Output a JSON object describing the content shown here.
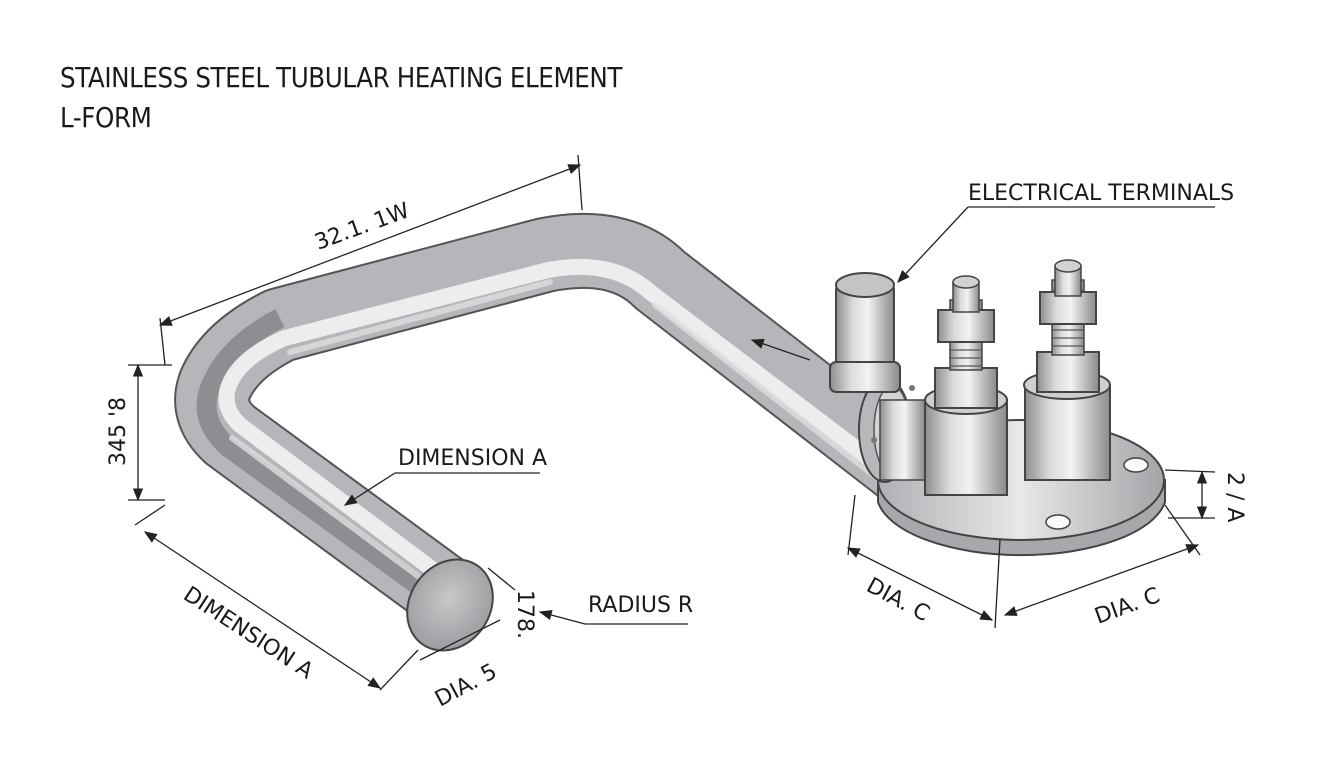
{
  "title": {
    "line1": "STAINLESS STEEL TUBULAR HEATING ELEMENT",
    "line2": "L-FORM"
  },
  "labels": {
    "top_length": "32.1. 1W",
    "left_height": "345 '8",
    "dimension_a_inner": "DIMENSION A",
    "dimension_a_bottom": "DIMENSION A",
    "dia_5": "DIA. 5",
    "end_dim": "178.",
    "radius": "RADIUS R",
    "electrical_terminals": "ELECTRICAL TERMINALS",
    "dia_c_left": "DIA. C",
    "dia_c_right": "DIA. C",
    "flange_height": "2 / A"
  },
  "colors": {
    "steel_light": "#e6e6e8",
    "steel_mid": "#b4b4b8",
    "steel_dark": "#808084",
    "line": "#222222"
  }
}
